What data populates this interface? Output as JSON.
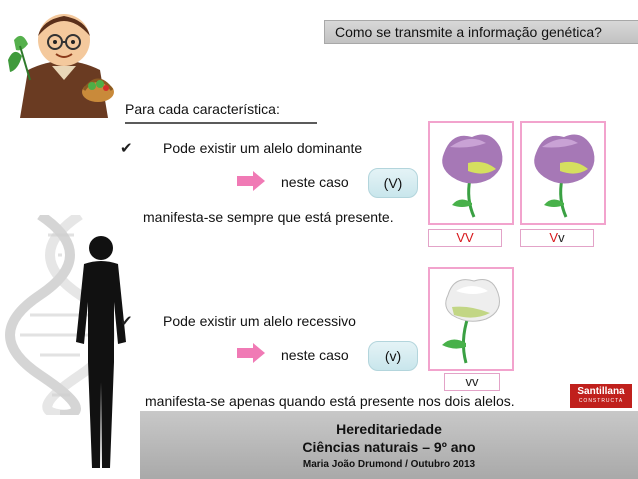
{
  "header": {
    "title": "Como se transmite a informação genética?"
  },
  "intro": {
    "heading": "Para cada característica:"
  },
  "dominant": {
    "bullet": "Pode existir um alelo dominante",
    "case_label": "neste caso",
    "symbol": "(V)",
    "sentence": "manifesta-se sempre que está presente.",
    "genotypes": [
      {
        "first": "V",
        "second": "V"
      },
      {
        "first": "V",
        "second": "v"
      }
    ]
  },
  "recessive": {
    "bullet": "Pode existir um alelo recessivo",
    "case_label": "neste caso",
    "symbol": "(v)",
    "sentence": "manifesta-se apenas quando está presente nos dois alelos.",
    "genotype": "vv"
  },
  "footer": {
    "topic": "Hereditariedade",
    "course": "Ciências naturais – 9º ano",
    "author": "Maria João Drumond / Outubro 2013"
  },
  "logo": {
    "name": "Santillana",
    "tagline": "CONSTRUCTA"
  },
  "colors": {
    "accent_pink": "#f2a3cd",
    "dominant_red": "#d7191c",
    "badge_blue": "#c9e6ec",
    "footer_gray": "#b5b5b5",
    "logo_red": "#c0201c"
  },
  "icons": {
    "bullet": "checkmark-icon",
    "arrow": "right-arrow-icon"
  }
}
